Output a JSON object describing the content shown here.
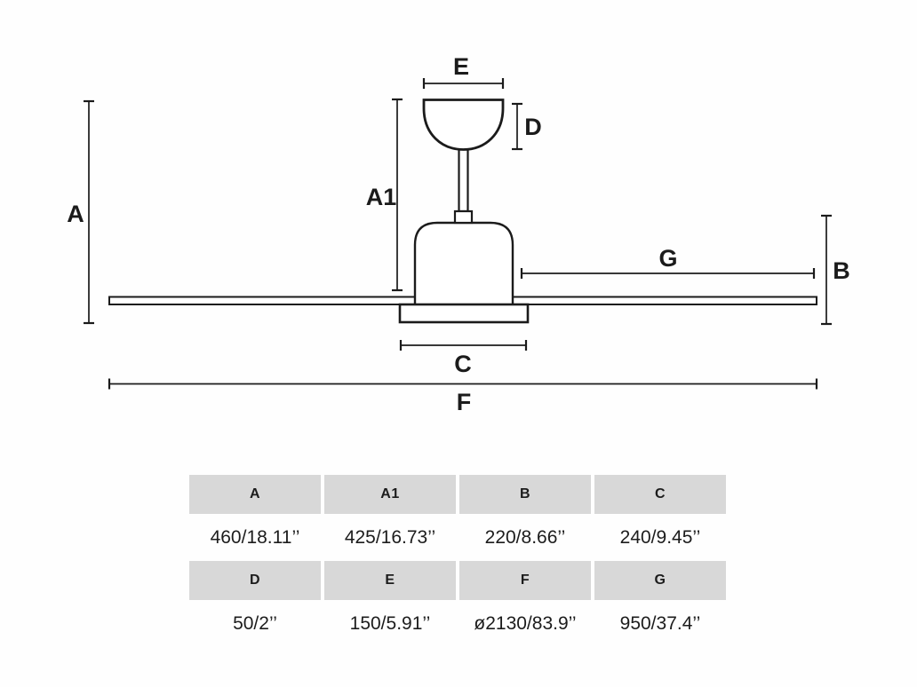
{
  "diagram": {
    "labels": {
      "a": "A",
      "a1": "A1",
      "b": "B",
      "c": "C",
      "d": "D",
      "e": "E",
      "f": "F",
      "g": "G"
    }
  },
  "table": {
    "rows": [
      {
        "headers": [
          "A",
          "A1",
          "B",
          "C"
        ],
        "values": [
          "460/18.11’’",
          "425/16.73’’",
          "220/8.66’’",
          "240/9.45’’"
        ]
      },
      {
        "headers": [
          "D",
          "E",
          "F",
          "G"
        ],
        "values": [
          "50/2’’",
          "150/5.91’’",
          "ø2130/83.9’’",
          "950/37.4’’"
        ]
      }
    ]
  },
  "colors": {
    "line": "#1b1b1b",
    "header_bg": "#d8d8d8",
    "text": "#1c1c1c",
    "background": "#fefefe"
  }
}
